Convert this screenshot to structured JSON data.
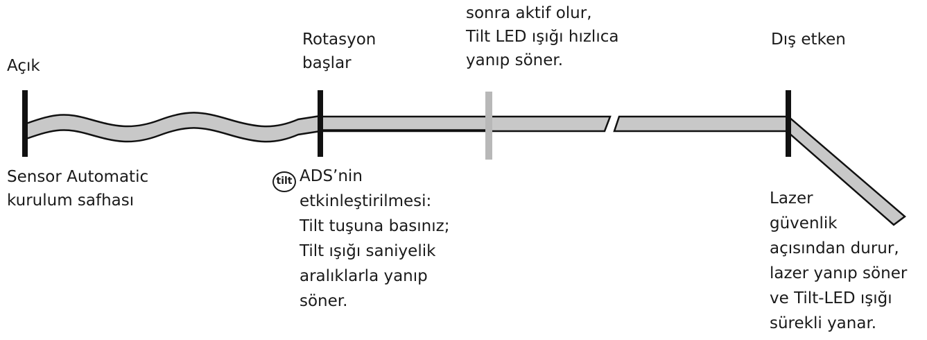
{
  "labels": {
    "on": "Açık",
    "rotation_start": [
      "Rotasyon",
      "başlar"
    ],
    "active_note": [
      "sonra aktif olur,",
      "Tilt LED ışığı hızlıca",
      "yanıp söner."
    ],
    "external": "Dış etken",
    "sensor_setup": [
      "Sensor Automatic",
      "kurulum safhası"
    ],
    "ads_activation": [
      "ADS’nin",
      "etkinleştirilmesi:",
      "Tilt tuşuna basınız;",
      "Tilt ışığı saniyelik",
      "aralıklarla yanıp",
      "söner."
    ],
    "laser_stop": [
      "Lazer",
      "güvenlik",
      "açısından durur,",
      "lazer yanıp söner",
      "ve Tilt-LED ışığı",
      "sürekli yanar."
    ]
  },
  "tilt_button": {
    "label": "tilt",
    "icon": "tilt-button-icon"
  },
  "colors": {
    "line": "#111111",
    "band_fill": "#c8c8c8",
    "marker_gray": "#b8b8b8"
  }
}
